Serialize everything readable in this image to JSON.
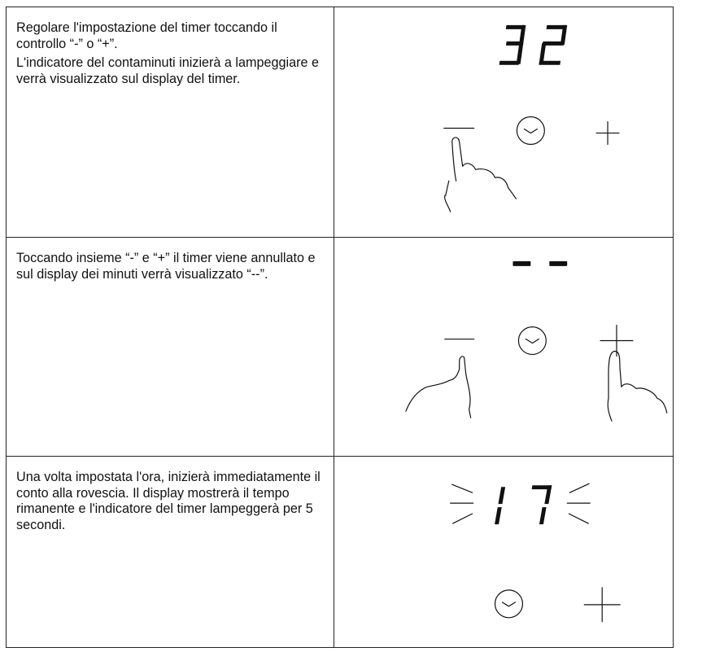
{
  "rows": [
    {
      "paragraphs": [
        "Regolare l'impostazione del timer toccando il controllo “-” o “+”.",
        "L'indicatore del contaminuti inizierà a lampeggiare e verrà visualizzato sul display del timer."
      ],
      "display_digits": "32"
    },
    {
      "paragraphs": [
        "Toccando insieme “-” e “+” il timer viene annullato e sul display dei minuti verrà visualizzato “--”."
      ],
      "display_digits": "--"
    },
    {
      "paragraphs": [
        "Una volta impostata l'ora, inizierà immediatamente il conto alla rovescia. Il display mostrerà il tempo rimanente e l'indicatore del timer lampeggerà per 5 secondi."
      ],
      "display_digits": "17"
    }
  ],
  "icons": {
    "minus": "minus-icon",
    "clock": "clock-icon",
    "plus": "plus-icon",
    "finger": "pointing-hand-icon",
    "blink": "blink-rays-icon"
  }
}
